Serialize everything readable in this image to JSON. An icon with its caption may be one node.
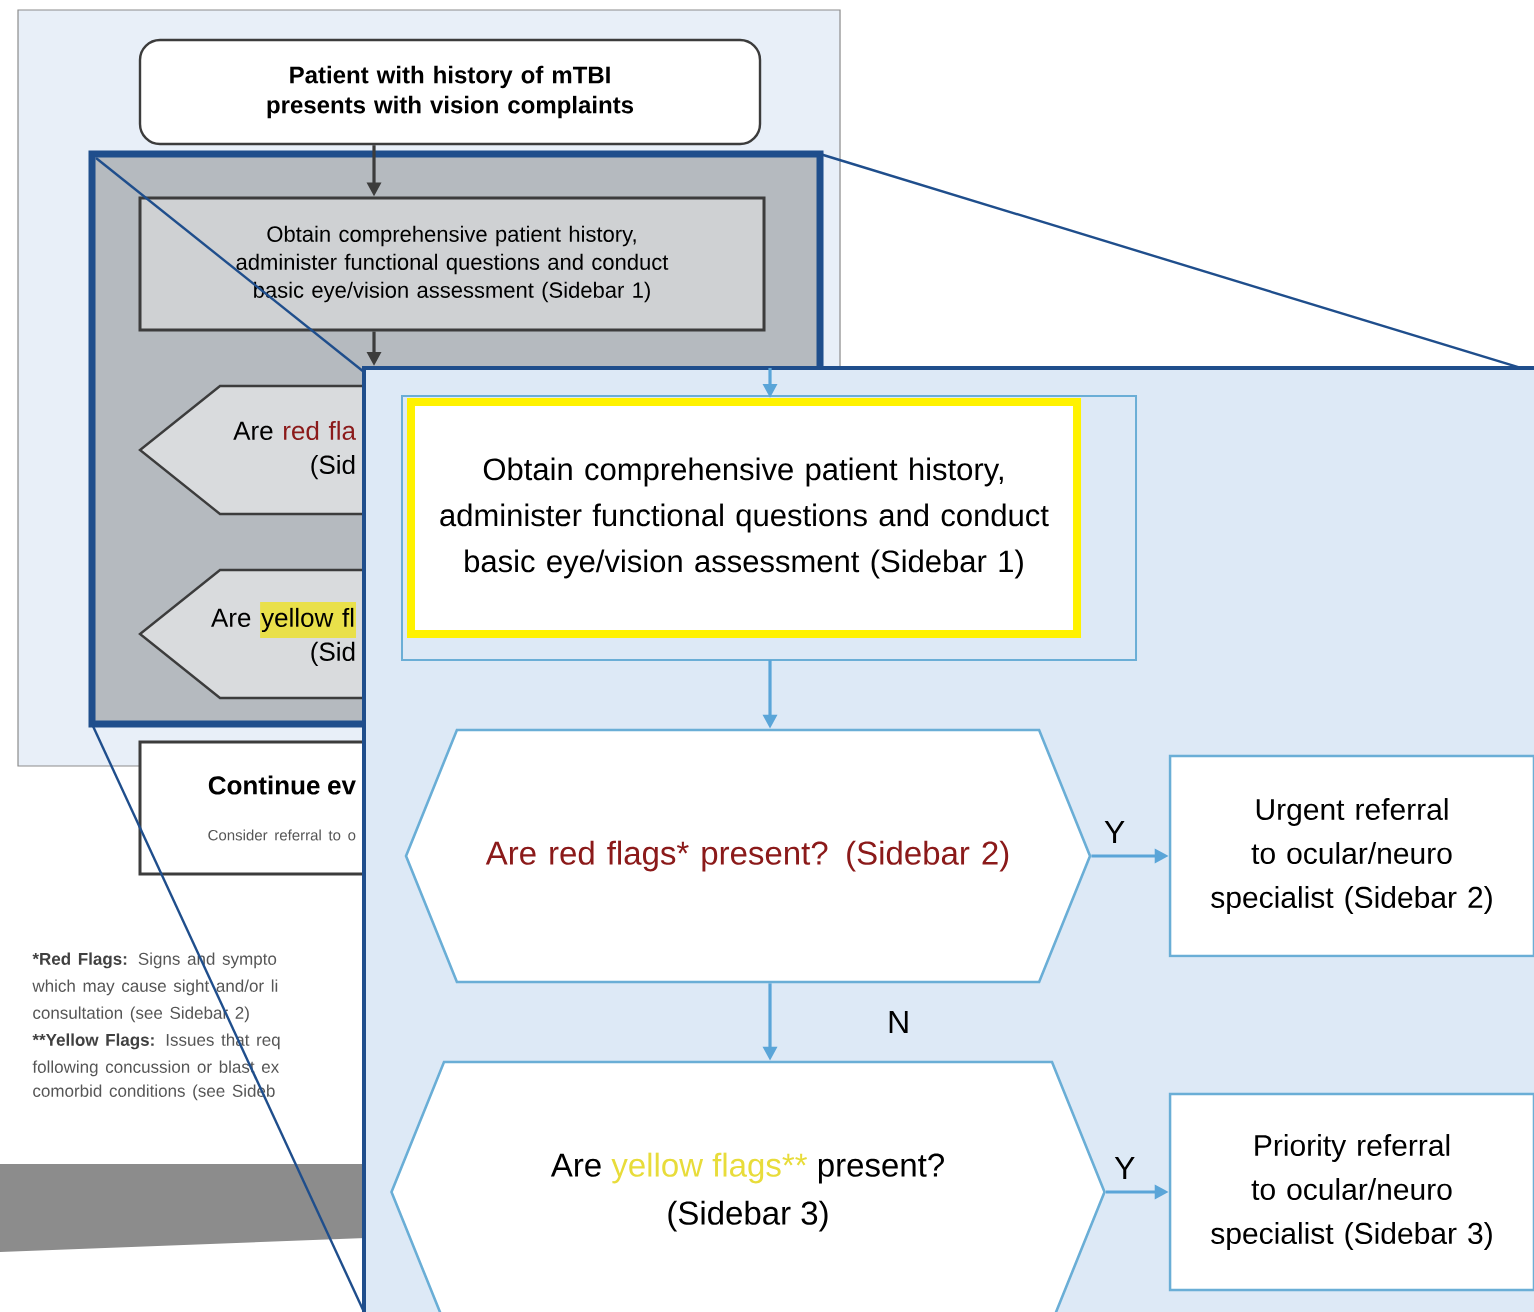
{
  "diagram": {
    "nodes": [
      {
        "text": [
          "Patient with history of mTBI presents with vision complaints"
        ]
      },
      {
        "text": [
          "Obtain comprehensive patient history, administer functional questions and conduct basic eye/vision assessment (Sidebar 1)"
        ]
      },
      {
        "text": [
          "Are",
          "red fla",
          "(Sid"
        ]
      },
      {
        "text": [
          "Are",
          "yellow fl",
          "(Sid"
        ]
      },
      {
        "text": [
          "Continue ev",
          "Consider referral to o"
        ]
      },
      {
        "text": [
          "Obtain comprehensive patient history, administer functional questions and conduct basic eye/vision assessment (Sidebar 1)"
        ]
      },
      {
        "text": [
          "Are red flags* present? (Sidebar 2)"
        ]
      },
      {
        "text": [
          "Urgent referral to ocular/neuro specialist (Sidebar 2)"
        ]
      },
      {
        "text": [
          "Are",
          "yellow flags**",
          "present?",
          "(Sidebar 3)"
        ]
      },
      {
        "text": [
          "Priority referral to ocular/neuro specialist (Sidebar 3)"
        ]
      }
    ],
    "edges": [
      {
        "from": 0,
        "to": 1,
        "arrow": "to",
        "color": "#3c3c3c"
      },
      {
        "from": 1,
        "to": 2,
        "arrow": "to",
        "color": "#3c3c3c"
      },
      {
        "from": null,
        "to": 5,
        "arrow": "to"
      },
      {
        "from": 5,
        "to": 6,
        "arrow": "to"
      },
      {
        "from": 6,
        "to": 7,
        "label": "Y",
        "arrow": "to"
      },
      {
        "from": 6,
        "to": 8,
        "label": "N",
        "arrow": "to"
      },
      {
        "from": 8,
        "to": 9,
        "label": "Y",
        "arrow": "to"
      }
    ],
    "labels": [
      "*Red Flags:",
      "Signs and sympto",
      "which may cause sight and/or li",
      "consultation (see Sidebar 2)",
      "**Yellow Flags:",
      "Issues that req",
      "following concussion or blast ex",
      "comorbid conditions (see Sideb"
    ]
  }
}
